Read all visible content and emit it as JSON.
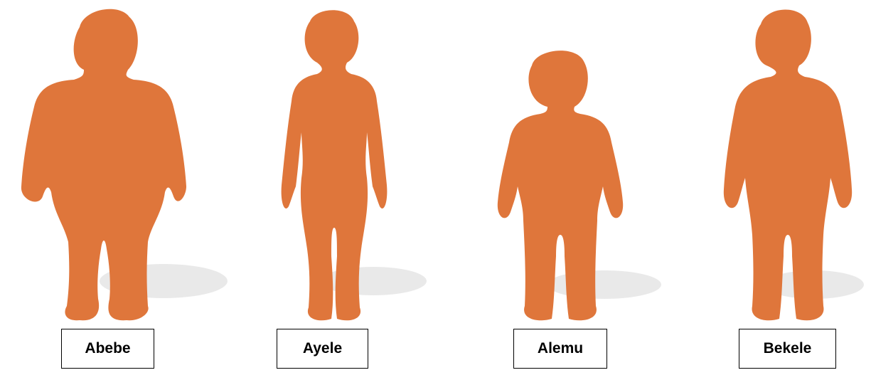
{
  "colors": {
    "silhouette": "#df763b",
    "shadow": "#e4e4e4",
    "label_border": "#000000"
  },
  "figures": [
    {
      "id": "abebe",
      "name": "Abebe",
      "icon": "obese-person-silhouette"
    },
    {
      "id": "ayele",
      "name": "Ayele",
      "icon": "slim-person-silhouette"
    },
    {
      "id": "alemu",
      "name": "Alemu",
      "icon": "short-person-silhouette"
    },
    {
      "id": "bekele",
      "name": "Bekele",
      "icon": "stocky-person-silhouette"
    }
  ]
}
